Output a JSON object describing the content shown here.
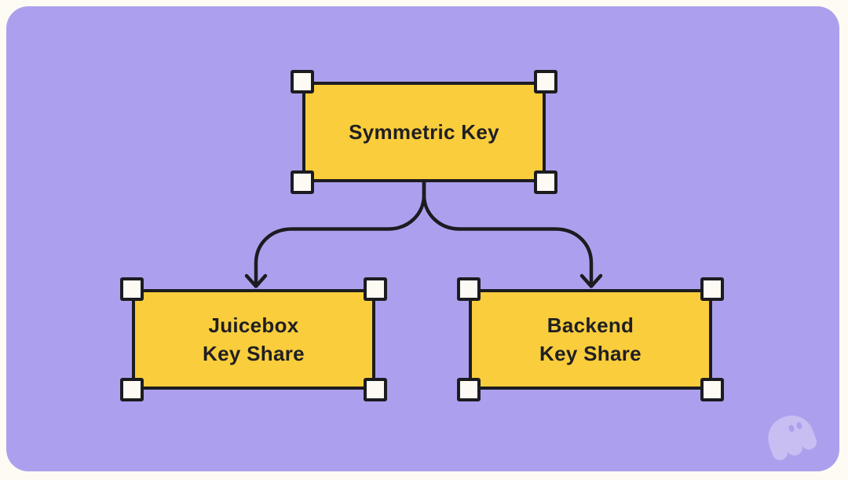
{
  "canvas": {
    "outer_background": "#fdfbf4",
    "card_background": "#aca0ee",
    "stroke_color": "#1c1c20",
    "node_fill": "#facd3c",
    "node_text_color": "#1f1f23",
    "handle_fill": "#fcfaf3",
    "ghost_color": "#c8bef2"
  },
  "diagram": {
    "nodes": [
      {
        "id": "symmetric-key",
        "lines": [
          "Symmetric Key"
        ]
      },
      {
        "id": "juicebox-key-share",
        "lines": [
          "Juicebox",
          "Key Share"
        ]
      },
      {
        "id": "backend-key-share",
        "lines": [
          "Backend",
          "Key Share"
        ]
      }
    ],
    "edges": [
      {
        "from": "symmetric-key",
        "to": "juicebox-key-share",
        "style": "curved-arrow-down"
      },
      {
        "from": "symmetric-key",
        "to": "backend-key-share",
        "style": "curved-arrow-down"
      }
    ],
    "logo": "ghost-icon"
  }
}
